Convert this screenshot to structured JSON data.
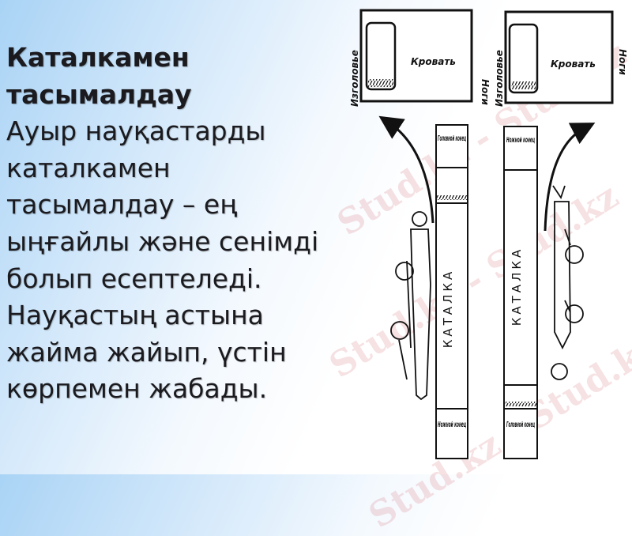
{
  "slide": {
    "title": "Каталкамен\nтасымалдау",
    "body": "Ауыр науқастарды\nкаталкамен\nтасымалдау – ең\nыңғайлы және сенімді\nболып есептеледі.\nНауқастың астына\nжайма жайып, үстін\nкөрпемен жабады."
  },
  "diagram": {
    "left": {
      "bed_label": "Кровать",
      "head_label": "Изголовье",
      "feet_label": "Ноги",
      "stretcher_label": "КАТАЛКА",
      "top_end_label": "Головной конец",
      "bottom_end_label": "Ножной конец"
    },
    "right": {
      "bed_label": "Кровать",
      "head_label": "Изголовье",
      "feet_label": "Ноги",
      "stretcher_label": "КАТАЛКА",
      "top_end_label": "Ножной конец",
      "bottom_end_label": "Головной конец"
    }
  },
  "watermark": "Stud.kz - Stud.kz"
}
